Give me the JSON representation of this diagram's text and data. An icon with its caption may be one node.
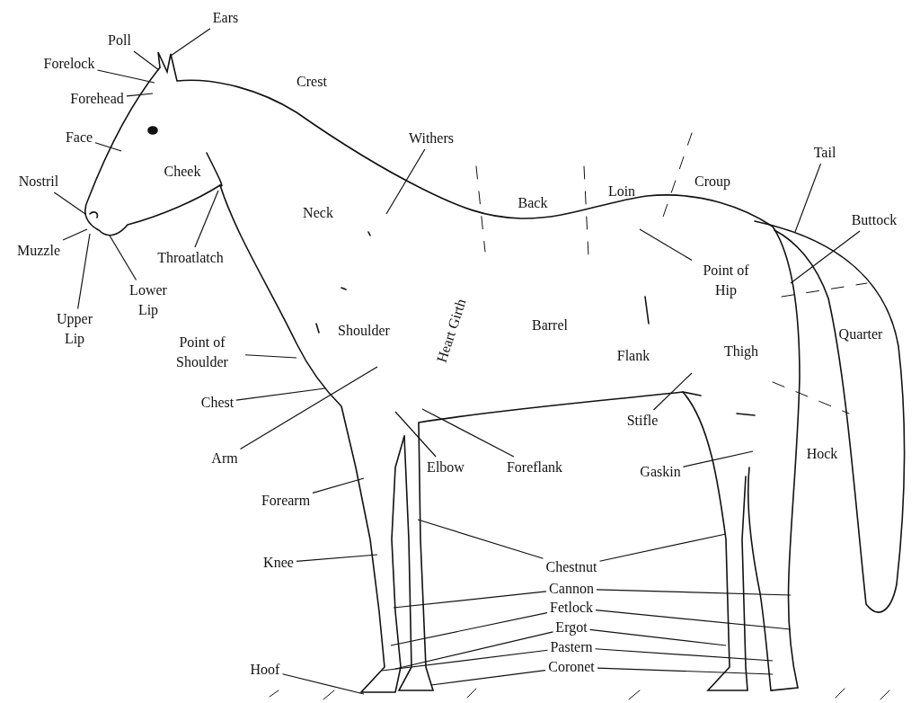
{
  "diagram": {
    "nodes": [
      {
        "text": [
          "Ears"
        ]
      },
      {
        "text": [
          "Poll"
        ]
      },
      {
        "text": [
          "Forelock"
        ]
      },
      {
        "text": [
          "Forehead"
        ]
      },
      {
        "text": [
          "Face"
        ]
      },
      {
        "text": [
          "Withers"
        ]
      },
      {
        "text": [
          "Tail"
        ]
      },
      {
        "text": [
          "Nostril"
        ]
      },
      {
        "text": [
          "Buttock"
        ]
      },
      {
        "text": [
          "Muzzle"
        ]
      },
      {
        "text": [
          "Throatlatch"
        ]
      },
      {
        "text": [
          "Point of Hip"
        ]
      },
      {
        "text": [
          "Lower Lip"
        ]
      },
      {
        "text": [
          "Upper Lip"
        ]
      },
      {
        "text": [
          "Point of Shoulder"
        ]
      },
      {
        "text": [
          "Chest"
        ]
      },
      {
        "text": [
          "Stifle"
        ]
      },
      {
        "text": [
          "Arm"
        ]
      },
      {
        "text": [
          "Elbow"
        ]
      },
      {
        "text": [
          "Foreflank"
        ]
      },
      {
        "text": [
          "Gaskin"
        ]
      },
      {
        "text": [
          "Forearm"
        ]
      },
      {
        "text": [
          "Knee"
        ]
      },
      {
        "text": [
          "Chestnut"
        ]
      },
      {
        "text": [
          "Cannon"
        ]
      },
      {
        "text": [
          "Fetlock"
        ]
      },
      {
        "text": [
          "Ergot"
        ]
      },
      {
        "text": [
          "Pastern"
        ]
      },
      {
        "text": [
          "Coronet"
        ]
      },
      {
        "text": [
          "Hoof"
        ]
      }
    ],
    "edges": [
      {
        "from": 0,
        "to": null,
        "arrow": "none"
      },
      {
        "from": 1,
        "to": null,
        "arrow": "none"
      },
      {
        "from": 2,
        "to": null,
        "arrow": "none"
      },
      {
        "from": 3,
        "to": null,
        "arrow": "none"
      },
      {
        "from": 4,
        "to": null,
        "arrow": "none"
      },
      {
        "from": 5,
        "to": null,
        "arrow": "none"
      },
      {
        "from": 6,
        "to": null,
        "arrow": "none"
      },
      {
        "from": 7,
        "to": null,
        "arrow": "none"
      },
      {
        "from": 8,
        "to": null,
        "arrow": "none"
      },
      {
        "from": 9,
        "to": null,
        "arrow": "none"
      },
      {
        "from": 10,
        "to": null,
        "arrow": "none"
      },
      {
        "from": 11,
        "to": null,
        "arrow": "none"
      },
      {
        "from": 12,
        "to": null,
        "arrow": "none"
      },
      {
        "from": 13,
        "to": null,
        "arrow": "none"
      },
      {
        "from": 14,
        "to": null,
        "arrow": "none"
      },
      {
        "from": 15,
        "to": null,
        "arrow": "none"
      },
      {
        "from": 16,
        "to": null,
        "arrow": "none"
      },
      {
        "from": 17,
        "to": null,
        "arrow": "none"
      },
      {
        "from": 18,
        "to": null,
        "arrow": "none"
      },
      {
        "from": 19,
        "to": null,
        "arrow": "none"
      },
      {
        "from": 20,
        "to": null,
        "arrow": "none"
      },
      {
        "from": 21,
        "to": null,
        "arrow": "none"
      },
      {
        "from": 22,
        "to": null,
        "arrow": "none"
      },
      {
        "from": 23,
        "to": null,
        "arrow": "none"
      },
      {
        "from": 23,
        "to": null,
        "arrow": "none"
      },
      {
        "from": 24,
        "to": null,
        "arrow": "none"
      },
      {
        "from": 24,
        "to": null,
        "arrow": "none"
      },
      {
        "from": 25,
        "to": null,
        "arrow": "none"
      },
      {
        "from": 25,
        "to": null,
        "arrow": "none"
      },
      {
        "from": 26,
        "to": null,
        "arrow": "none"
      },
      {
        "from": 26,
        "to": null,
        "arrow": "none"
      },
      {
        "from": 27,
        "to": null,
        "arrow": "none"
      },
      {
        "from": 27,
        "to": null,
        "arrow": "none"
      },
      {
        "from": 28,
        "to": null,
        "arrow": "none"
      },
      {
        "from": 28,
        "to": null,
        "arrow": "none"
      },
      {
        "from": 29,
        "to": null,
        "arrow": "none"
      }
    ],
    "labels": [
      "Crest",
      "Cheek",
      "Croup",
      "Loin",
      "Back",
      "Neck",
      "Barrel",
      "Shoulder",
      "Heart Girth",
      "Quarter",
      "Thigh",
      "Flank",
      "Hock"
    ]
  }
}
